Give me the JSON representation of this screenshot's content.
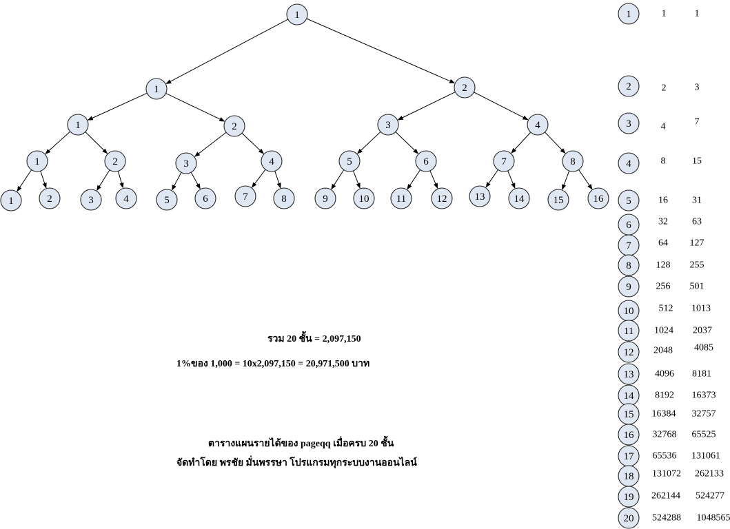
{
  "tree": {
    "levels": [
      [
        "1"
      ],
      [
        "1",
        "2"
      ],
      [
        "1",
        "2",
        "3",
        "4"
      ],
      [
        "1",
        "2",
        "3",
        "4",
        "5",
        "6",
        "7",
        "8"
      ],
      [
        "1",
        "2",
        "3",
        "4",
        "5",
        "6",
        "7",
        "8",
        "9",
        "10",
        "11",
        "12",
        "13",
        "14",
        "15",
        "16"
      ]
    ]
  },
  "level_table": {
    "rows": [
      {
        "level": "1",
        "count": "1",
        "cumulative": "1"
      },
      {
        "level": "2",
        "count": "2",
        "cumulative": "3"
      },
      {
        "level": "3",
        "count": "4",
        "cumulative": "7"
      },
      {
        "level": "4",
        "count": "8",
        "cumulative": "15"
      },
      {
        "level": "5",
        "count": "16",
        "cumulative": "31"
      },
      {
        "level": "6",
        "count": "32",
        "cumulative": "63"
      },
      {
        "level": "7",
        "count": "64",
        "cumulative": "127"
      },
      {
        "level": "8",
        "count": "128",
        "cumulative": "255"
      },
      {
        "level": "9",
        "count": "256",
        "cumulative": "501"
      },
      {
        "level": "10",
        "count": "512",
        "cumulative": "1013"
      },
      {
        "level": "11",
        "count": "1024",
        "cumulative": "2037"
      },
      {
        "level": "12",
        "count": "2048",
        "cumulative": "4085"
      },
      {
        "level": "13",
        "count": "4096",
        "cumulative": "8181"
      },
      {
        "level": "14",
        "count": "8192",
        "cumulative": "16373"
      },
      {
        "level": "15",
        "count": "16384",
        "cumulative": "32757"
      },
      {
        "level": "16",
        "count": "32768",
        "cumulative": "65525"
      },
      {
        "level": "17",
        "count": "65536",
        "cumulative": "131061"
      },
      {
        "level": "18",
        "count": "131072",
        "cumulative": "262133"
      },
      {
        "level": "19",
        "count": "262144",
        "cumulative": "524277"
      },
      {
        "level": "20",
        "count": "524288",
        "cumulative": "1048565"
      }
    ]
  },
  "captions": {
    "total": "รวม 20 ชั้น = 2,097,150",
    "formula": "1%ของ 1,000 = 10x2,097,150 =  20,971,500 บาท",
    "table_title": "ตารางแผนรายได้ของ pageqq เมื่อครบ 20 ชั้น",
    "author": "จัดทำโดย พรชัย มั่นพรรษา โปรแกรมทุกระบบงานออนไลน์"
  }
}
